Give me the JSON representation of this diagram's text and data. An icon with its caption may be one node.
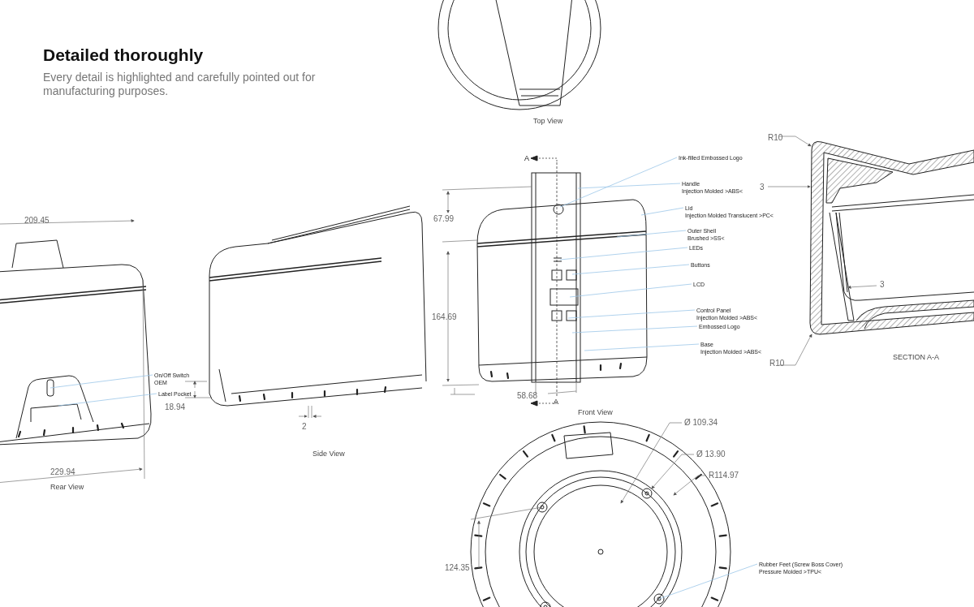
{
  "diagram": {
    "title": "Detailed thoroughly",
    "nodes": [
      {
        "text": [
          "On/Off Switch",
          "OEM"
        ]
      },
      {
        "text": [
          "Label Pocket"
        ]
      },
      {
        "text": [
          "Ink-filled Embossed Logo"
        ]
      },
      {
        "text": [
          "Handle",
          "Injection Molded >ABS<"
        ]
      },
      {
        "text": [
          "Lid",
          "Injection Molded Translucent >PC<"
        ]
      },
      {
        "text": [
          "Outer Shell",
          "Brushed >SS<"
        ]
      },
      {
        "text": [
          "LEDs"
        ]
      },
      {
        "text": [
          "Buttons"
        ]
      },
      {
        "text": [
          "LCD"
        ]
      },
      {
        "text": [
          "Control Panel",
          "Injection Molded >ABS<"
        ]
      },
      {
        "text": [
          "Embossed Logo"
        ]
      },
      {
        "text": [
          "Base",
          "Injection Molded >ABS<"
        ]
      },
      {
        "text": [
          "Rubber Feet (Screw Boss Cover)",
          "Pressure Molded >TPU<"
        ]
      }
    ],
    "edges": [
      {
        "from": 0,
        "to": null,
        "arrow": "none"
      },
      {
        "from": 1,
        "to": null,
        "arrow": "none"
      },
      {
        "from": 2,
        "to": null,
        "arrow": "none"
      },
      {
        "from": 3,
        "to": null,
        "arrow": "none"
      },
      {
        "from": 4,
        "to": null,
        "arrow": "none"
      },
      {
        "from": 5,
        "to": null,
        "arrow": "none"
      },
      {
        "from": 6,
        "to": null,
        "arrow": "none"
      },
      {
        "from": 7,
        "to": null,
        "arrow": "none"
      },
      {
        "from": 8,
        "to": null,
        "arrow": "none"
      },
      {
        "from": 9,
        "to": null,
        "arrow": "none"
      },
      {
        "from": 10,
        "to": null,
        "arrow": "none"
      },
      {
        "from": 11,
        "to": null,
        "arrow": "none"
      },
      {
        "from": 12,
        "to": null,
        "arrow": "none"
      }
    ],
    "labels": [
      "Every detail is highlighted and carefully pointed out for manufacturing purposes.",
      "Top View",
      "R10",
      "209.45",
      "A",
      "67.99",
      "3",
      "164.69",
      "18.94",
      "2",
      "229.94",
      "Rear View",
      "Side View",
      "3",
      "58.68",
      "A",
      "Front View",
      "R10",
      "SECTION A-A",
      "Ø 109.34",
      "Ø 13.90",
      "R114.97",
      "124.35"
    ]
  }
}
